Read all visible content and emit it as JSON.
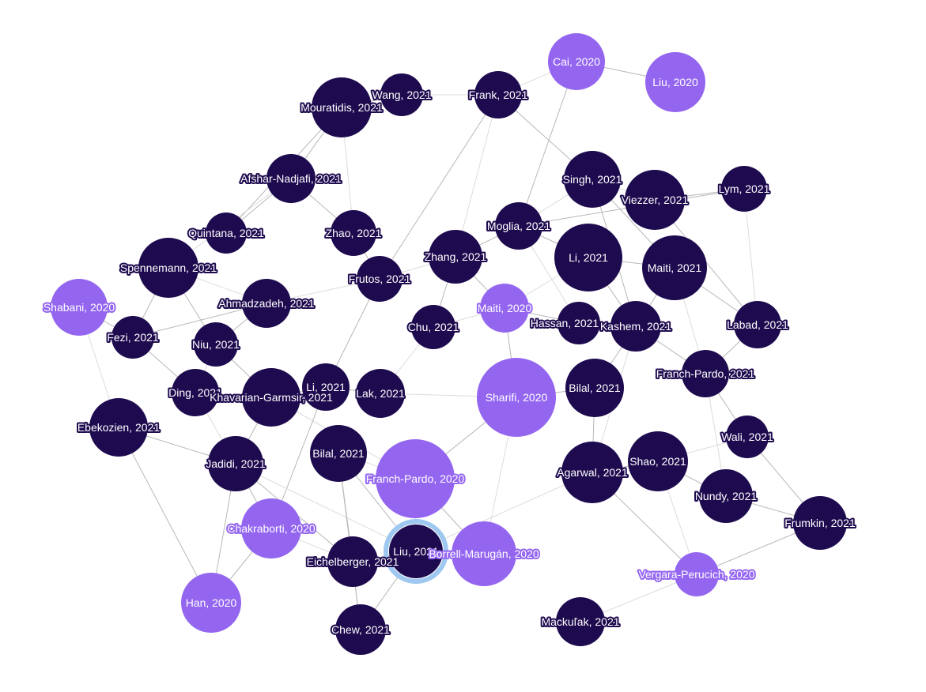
{
  "colors": {
    "year2021": "#1e0b4f",
    "year2020": "#9466f0",
    "selected_ring": "#9fc8f0",
    "edge": "#b8b8b8"
  },
  "selected": "liu2021",
  "nodes": [
    {
      "id": "cai2020",
      "label": "Cai, 2020",
      "year": 2020
    },
    {
      "id": "liu2020",
      "label": "Liu, 2020",
      "year": 2020
    },
    {
      "id": "wang2021",
      "label": "Wang, 2021",
      "year": 2021
    },
    {
      "id": "frank2021",
      "label": "Frank, 2021",
      "year": 2021
    },
    {
      "id": "mouratidis2021",
      "label": "Mouratidis, 2021",
      "year": 2021
    },
    {
      "id": "afshar2021",
      "label": "Afshar-Nadjafi, 2021",
      "year": 2021
    },
    {
      "id": "singh2021",
      "label": "Singh, 2021",
      "year": 2021
    },
    {
      "id": "viezzer2021",
      "label": "Viezzer, 2021",
      "year": 2021
    },
    {
      "id": "lym2021",
      "label": "Lym, 2021",
      "year": 2021
    },
    {
      "id": "quintana2021",
      "label": "Quintana, 2021",
      "year": 2021
    },
    {
      "id": "zhao2021",
      "label": "Zhao, 2021",
      "year": 2021
    },
    {
      "id": "moglia2021",
      "label": "Moglia, 2021",
      "year": 2021
    },
    {
      "id": "li2021a",
      "label": "Li, 2021",
      "year": 2021
    },
    {
      "id": "maiti2021",
      "label": "Maiti, 2021",
      "year": 2021
    },
    {
      "id": "spennemann2021",
      "label": "Spennemann, 2021",
      "year": 2021
    },
    {
      "id": "zhang2021",
      "label": "Zhang, 2021",
      "year": 2021
    },
    {
      "id": "frutos2021",
      "label": "Frutos, 2021",
      "year": 2021
    },
    {
      "id": "shabani2020",
      "label": "Shabani, 2020",
      "year": 2020
    },
    {
      "id": "ahmadzadeh2021",
      "label": "Ahmadzadeh, 2021",
      "year": 2021
    },
    {
      "id": "maiti2020",
      "label": "Maiti, 2020",
      "year": 2020
    },
    {
      "id": "chu2021",
      "label": "Chu, 2021",
      "year": 2021
    },
    {
      "id": "hassan2021",
      "label": "Hassan, 2021",
      "year": 2021
    },
    {
      "id": "kashem2021",
      "label": "Kashem, 2021",
      "year": 2021
    },
    {
      "id": "labad2021",
      "label": "Labad, 2021",
      "year": 2021
    },
    {
      "id": "fezi2021",
      "label": "Fezi, 2021",
      "year": 2021
    },
    {
      "id": "niu2021",
      "label": "Niu, 2021",
      "year": 2021
    },
    {
      "id": "franchpardo2021",
      "label": "Franch-Pardo, 2021",
      "year": 2021
    },
    {
      "id": "ding2021",
      "label": "Ding, 2021",
      "year": 2021
    },
    {
      "id": "li2021b",
      "label": "Li, 2021",
      "year": 2021
    },
    {
      "id": "khavarian2021",
      "label": "Khavarian-Garmsir, 2021",
      "year": 2021
    },
    {
      "id": "lak2021",
      "label": "Lak, 2021",
      "year": 2021
    },
    {
      "id": "sharifi2020",
      "label": "Sharifi, 2020",
      "year": 2020
    },
    {
      "id": "bilal2021a",
      "label": "Bilal, 2021",
      "year": 2021
    },
    {
      "id": "ebekozien2021",
      "label": "Ebekozien, 2021",
      "year": 2021
    },
    {
      "id": "wali2021",
      "label": "Wali, 2021",
      "year": 2021
    },
    {
      "id": "jadidi2021",
      "label": "Jadidi, 2021",
      "year": 2021
    },
    {
      "id": "bilal2021b",
      "label": "Bilal, 2021",
      "year": 2021
    },
    {
      "id": "franchpardo2020",
      "label": "Franch-Pardo, 2020",
      "year": 2020
    },
    {
      "id": "agarwal2021",
      "label": "Agarwal, 2021",
      "year": 2021
    },
    {
      "id": "shao2021",
      "label": "Shao, 2021",
      "year": 2021
    },
    {
      "id": "nundy2021",
      "label": "Nundy, 2021",
      "year": 2021
    },
    {
      "id": "frumkin2021",
      "label": "Frumkin, 2021",
      "year": 2021
    },
    {
      "id": "chakraborti2020",
      "label": "Chakraborti, 2020",
      "year": 2020
    },
    {
      "id": "eichelberger2021",
      "label": "Eichelberger, 2021",
      "year": 2021
    },
    {
      "id": "liu2021",
      "label": "Liu, 2021",
      "year": 2021
    },
    {
      "id": "borrell2020",
      "label": "Borrell-Marugán, 2020",
      "year": 2020
    },
    {
      "id": "vergara2020",
      "label": "Vergara-Perucich, 2020",
      "year": 2020
    },
    {
      "id": "han2020",
      "label": "Han, 2020",
      "year": 2020
    },
    {
      "id": "chew2021",
      "label": "Chew, 2021",
      "year": 2021
    },
    {
      "id": "mackulak2021",
      "label": "Mackuľak, 2021",
      "year": 2021
    }
  ],
  "edges": [
    [
      "cai2020",
      "frank2021"
    ],
    [
      "cai2020",
      "liu2020"
    ],
    [
      "cai2020",
      "moglia2021"
    ],
    [
      "wang2021",
      "frank2021"
    ],
    [
      "wang2021",
      "mouratidis2021"
    ],
    [
      "mouratidis2021",
      "afshar2021"
    ],
    [
      "mouratidis2021",
      "zhao2021"
    ],
    [
      "mouratidis2021",
      "quintana2021"
    ],
    [
      "frank2021",
      "singh2021"
    ],
    [
      "frank2021",
      "zhang2021"
    ],
    [
      "frank2021",
      "frutos2021"
    ],
    [
      "afshar2021",
      "quintana2021"
    ],
    [
      "afshar2021",
      "spennemann2021"
    ],
    [
      "afshar2021",
      "zhao2021"
    ],
    [
      "zhao2021",
      "frutos2021"
    ],
    [
      "singh2021",
      "viezzer2021"
    ],
    [
      "singh2021",
      "maiti2021"
    ],
    [
      "singh2021",
      "kashem2021"
    ],
    [
      "singh2021",
      "moglia2021"
    ],
    [
      "viezzer2021",
      "lym2021"
    ],
    [
      "viezzer2021",
      "labad2021"
    ],
    [
      "lym2021",
      "labad2021"
    ],
    [
      "lym2021",
      "moglia2021"
    ],
    [
      "moglia2021",
      "zhang2021"
    ],
    [
      "moglia2021",
      "hassan2021"
    ],
    [
      "moglia2021",
      "li2021a"
    ],
    [
      "li2021a",
      "kashem2021"
    ],
    [
      "li2021a",
      "maiti2020"
    ],
    [
      "li2021a",
      "maiti2021"
    ],
    [
      "maiti2021",
      "labad2021"
    ],
    [
      "maiti2021",
      "franchpardo2021"
    ],
    [
      "maiti2021",
      "kashem2021"
    ],
    [
      "labad2021",
      "franchpardo2021"
    ],
    [
      "spennemann2021",
      "ahmadzadeh2021"
    ],
    [
      "spennemann2021",
      "niu2021"
    ],
    [
      "spennemann2021",
      "fezi2021"
    ],
    [
      "zhang2021",
      "frutos2021"
    ],
    [
      "zhang2021",
      "chu2021"
    ],
    [
      "zhang2021",
      "maiti2020"
    ],
    [
      "frutos2021",
      "ahmadzadeh2021"
    ],
    [
      "frutos2021",
      "li2021b"
    ],
    [
      "shabani2020",
      "fezi2021"
    ],
    [
      "shabani2020",
      "ebekozien2021"
    ],
    [
      "ahmadzadeh2021",
      "niu2021"
    ],
    [
      "ahmadzadeh2021",
      "fezi2021"
    ],
    [
      "maiti2020",
      "chu2021"
    ],
    [
      "maiti2020",
      "hassan2021"
    ],
    [
      "maiti2020",
      "sharifi2020"
    ],
    [
      "chu2021",
      "lak2021"
    ],
    [
      "hassan2021",
      "kashem2021"
    ],
    [
      "kashem2021",
      "bilal2021a"
    ],
    [
      "kashem2021",
      "agarwal2021"
    ],
    [
      "kashem2021",
      "franchpardo2021"
    ],
    [
      "fezi2021",
      "ding2021"
    ],
    [
      "niu2021",
      "ding2021"
    ],
    [
      "niu2021",
      "khavarian2021"
    ],
    [
      "ding2021",
      "khavarian2021"
    ],
    [
      "ding2021",
      "jadidi2021"
    ],
    [
      "khavarian2021",
      "li2021b"
    ],
    [
      "khavarian2021",
      "jadidi2021"
    ],
    [
      "khavarian2021",
      "franchpardo2020"
    ],
    [
      "li2021b",
      "lak2021"
    ],
    [
      "li2021b",
      "chakraborti2020"
    ],
    [
      "lak2021",
      "sharifi2020"
    ],
    [
      "sharifi2020",
      "franchpardo2020"
    ],
    [
      "sharifi2020",
      "bilal2021a"
    ],
    [
      "sharifi2020",
      "borrell2020"
    ],
    [
      "bilal2021a",
      "agarwal2021"
    ],
    [
      "franchpardo2021",
      "wali2021"
    ],
    [
      "franchpardo2021",
      "nundy2021"
    ],
    [
      "ebekozien2021",
      "jadidi2021"
    ],
    [
      "ebekozien2021",
      "han2020"
    ],
    [
      "wali2021",
      "shao2021"
    ],
    [
      "wali2021",
      "frumkin2021"
    ],
    [
      "jadidi2021",
      "chakraborti2020"
    ],
    [
      "jadidi2021",
      "liu2021"
    ],
    [
      "jadidi2021",
      "eichelberger2021"
    ],
    [
      "jadidi2021",
      "han2020"
    ],
    [
      "bilal2021b",
      "franchpardo2020"
    ],
    [
      "bilal2021b",
      "eichelberger2021"
    ],
    [
      "bilal2021b",
      "liu2021"
    ],
    [
      "franchpardo2020",
      "liu2021"
    ],
    [
      "franchpardo2020",
      "borrell2020"
    ],
    [
      "agarwal2021",
      "shao2021"
    ],
    [
      "agarwal2021",
      "liu2021"
    ],
    [
      "agarwal2021",
      "vergara2020"
    ],
    [
      "shao2021",
      "nundy2021"
    ],
    [
      "shao2021",
      "vergara2020"
    ],
    [
      "nundy2021",
      "frumkin2021"
    ],
    [
      "frumkin2021",
      "vergara2020"
    ],
    [
      "chakraborti2020",
      "eichelberger2021"
    ],
    [
      "chakraborti2020",
      "han2020"
    ],
    [
      "eichelberger2021",
      "liu2021"
    ],
    [
      "eichelberger2021",
      "chew2021"
    ],
    [
      "liu2021",
      "borrell2020"
    ],
    [
      "liu2021",
      "chew2021"
    ],
    [
      "vergara2020",
      "mackulak2021"
    ],
    [
      "bilal2021b",
      "chew2021"
    ]
  ]
}
